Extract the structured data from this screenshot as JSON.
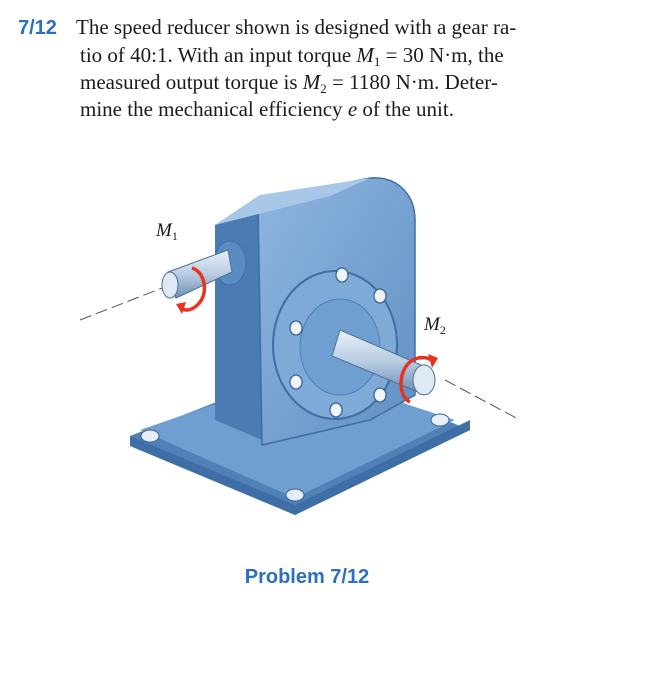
{
  "problem": {
    "number": "7/12",
    "line1": "The speed reducer shown is designed with a gear ra-",
    "line2_a": "tio of 40:1. With an input torque ",
    "line2_var": "M",
    "line2_sub": "1",
    "line2_b": " = 30 N·m, the",
    "line3_a": "measured output torque is ",
    "line3_var": "M",
    "line3_sub": "2",
    "line3_b": " = 1180 N·m. Deter-",
    "line4_a": "mine the mechanical efficiency ",
    "line4_var": "e",
    "line4_b": " of the unit."
  },
  "figure": {
    "label_m1_var": "M",
    "label_m1_sub": "1",
    "label_m2_var": "M",
    "label_m2_sub": "2",
    "body_color": "#6f9fd0",
    "dark_color": "#3f6ea6",
    "light_color": "#a9c8e8",
    "arrow_color": "#e8341f"
  },
  "caption": "Problem 7/12"
}
